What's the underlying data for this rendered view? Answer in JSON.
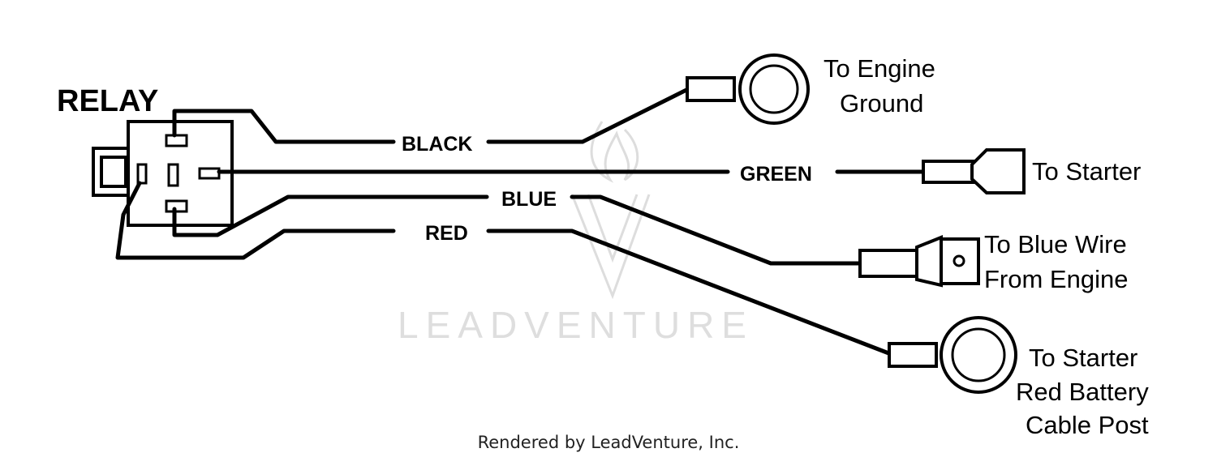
{
  "relay_label": "RELAY",
  "wires": {
    "black": "BLACK",
    "green": "GREEN",
    "blue": "BLUE",
    "red": "RED"
  },
  "terminals": {
    "engine_ground": [
      "To Engine",
      "Ground"
    ],
    "starter": [
      "To Starter"
    ],
    "blue_wire": [
      "To Blue Wire",
      "From Engine"
    ],
    "battery": [
      "To Starter",
      "Red Battery",
      "Cable Post"
    ]
  },
  "watermark": "LEADVENTURE",
  "footer": "Rendered by LeadVenture, Inc."
}
